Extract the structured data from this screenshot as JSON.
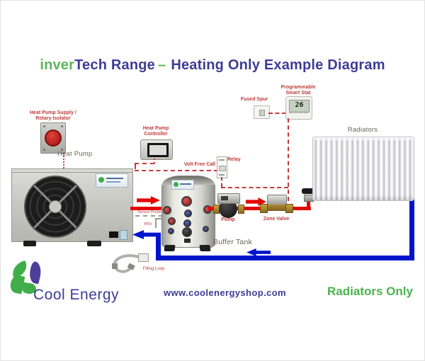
{
  "title": {
    "part1": "inver",
    "part2": "Tech Range",
    "separator": "–",
    "part3": "Heating Only Example Diagram"
  },
  "components": {
    "rotary_isolator": {
      "label_line1": "Heat Pump Supply /",
      "label_line2": "Rotary Isolator"
    },
    "heat_pump": {
      "label": "Heat Pump"
    },
    "heat_pump_controller": {
      "label_line1": "Heat Pump",
      "label_line2": "Controller"
    },
    "fused_spur": {
      "label": "Fused Spur"
    },
    "smart_stat": {
      "label_line1": "Programmable",
      "label_line2": "Smart Stat",
      "display_value": "26"
    },
    "relay": {
      "label": "Relay"
    },
    "volt_free_call": {
      "label": "Volt Free Call"
    },
    "sensor_probe": {
      "label": "Sensor Probe"
    },
    "prv": {
      "label": "PRV"
    },
    "pump": {
      "label": "Pump"
    },
    "zone_valve": {
      "label": "Zone Valve"
    },
    "buffer_tank": {
      "label": "Buffer Tank"
    },
    "radiators": {
      "label": "Radiators"
    },
    "filling_loop": {
      "label": "Filling Loop"
    }
  },
  "footer": {
    "logo_text": "Cool Energy",
    "website": "www.coolenergyshop.com",
    "system_type": "Radiators Only"
  },
  "colors": {
    "brand_purple": "#3f3c94",
    "brand_green": "#5cb75a",
    "label_red": "#c03a3a",
    "pipe_flow_red": "#e20800",
    "pipe_return_blue": "#0014cc",
    "system_type_green": "#4cb24c"
  }
}
